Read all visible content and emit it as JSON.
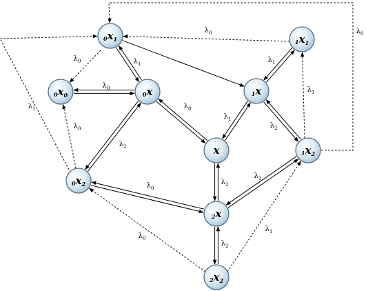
{
  "nodes": [
    {
      "id": "0x1",
      "pre": "0",
      "base": "x",
      "post": "1"
    },
    {
      "id": "0x0",
      "pre": "0",
      "base": "x",
      "post": "0"
    },
    {
      "id": "0x",
      "pre": "0",
      "base": "x",
      "post": ""
    },
    {
      "id": "1x1",
      "pre": "1",
      "base": "x",
      "post": "1"
    },
    {
      "id": "1x",
      "pre": "1",
      "base": "x",
      "post": ""
    },
    {
      "id": "x",
      "pre": "",
      "base": "x",
      "post": ""
    },
    {
      "id": "1x2",
      "pre": "1",
      "base": "x",
      "post": "2"
    },
    {
      "id": "0x2",
      "pre": "0",
      "base": "x",
      "post": "2"
    },
    {
      "id": "2x",
      "pre": "2",
      "base": "x",
      "post": ""
    },
    {
      "id": "2x2",
      "pre": "2",
      "base": "x",
      "post": "2"
    }
  ],
  "labels": [
    {
      "id": "l-top",
      "base": "λ",
      "sub": "0"
    },
    {
      "id": "l-right",
      "base": "λ",
      "sub": "0"
    },
    {
      "id": "l-0x1-0x0",
      "base": "λ",
      "sub": "0"
    },
    {
      "id": "l-0x1-0x",
      "base": "λ",
      "sub": "1"
    },
    {
      "id": "l-0x0-0x",
      "base": "λ",
      "sub": "0"
    },
    {
      "id": "l-left",
      "base": "λ",
      "sub": "1"
    },
    {
      "id": "l-0x2-0x0",
      "base": "λ",
      "sub": "0"
    },
    {
      "id": "l-0x-x",
      "base": "λ",
      "sub": "0"
    },
    {
      "id": "l-0x-0x2",
      "base": "λ",
      "sub": "2"
    },
    {
      "id": "l-1x1-1x",
      "base": "λ",
      "sub": "1"
    },
    {
      "id": "l-1x2-1x1",
      "base": "λ",
      "sub": "1"
    },
    {
      "id": "l-1x-x",
      "base": "λ",
      "sub": "1"
    },
    {
      "id": "l-1x-1x2",
      "base": "λ",
      "sub": "2"
    },
    {
      "id": "l-x-2x",
      "base": "λ",
      "sub": "2"
    },
    {
      "id": "l-2x-1x2",
      "base": "λ",
      "sub": "1"
    },
    {
      "id": "l-0x2-2x",
      "base": "λ",
      "sub": "0"
    },
    {
      "id": "l-2x2-0x2",
      "base": "λ",
      "sub": "0"
    },
    {
      "id": "l-2x2-1x2",
      "base": "λ",
      "sub": "1"
    },
    {
      "id": "l-2x-2x2",
      "base": "λ",
      "sub": "2"
    }
  ]
}
